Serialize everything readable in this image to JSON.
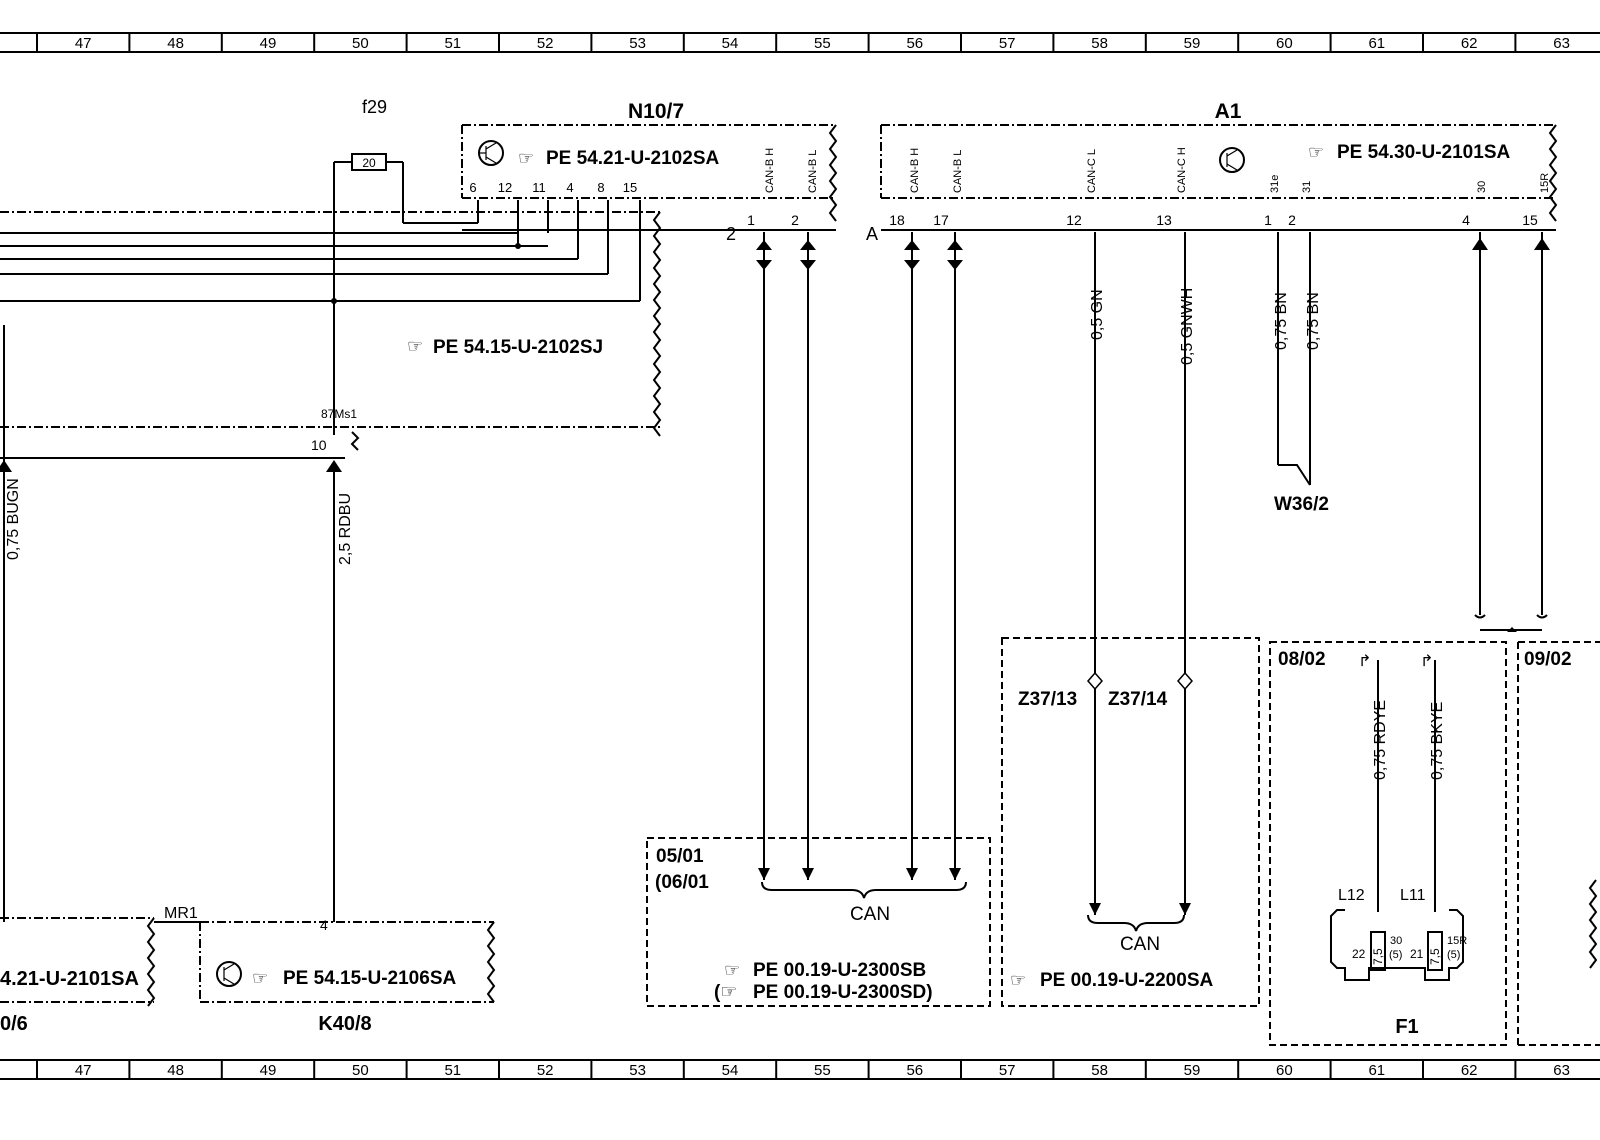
{
  "grid": {
    "columns": [
      "47",
      "48",
      "49",
      "50",
      "51",
      "52",
      "53",
      "54",
      "55",
      "56",
      "57",
      "58",
      "59",
      "60",
      "61",
      "62",
      "63"
    ]
  },
  "components": {
    "f29": {
      "label": "f29",
      "fuse_value": "20"
    },
    "n10_7": {
      "label": "N10/7",
      "reference": "PE 54.21-U-2102SA",
      "pins": [
        "6",
        "12",
        "11",
        "4",
        "8",
        "15"
      ],
      "can_pins": [
        {
          "pin": "1",
          "signal": "CAN-B H"
        },
        {
          "pin": "2",
          "signal": "CAN-B L"
        }
      ],
      "connector": "2"
    },
    "harness_ref": "PE 54.15-U-2102SJ",
    "a1": {
      "label": "A1",
      "reference": "PE 54.30-U-2101SA",
      "connector": "A",
      "pins": [
        {
          "pin": "18",
          "signal": "CAN-B H"
        },
        {
          "pin": "17",
          "signal": "CAN-B L"
        },
        {
          "pin": "12",
          "signal": "CAN-C L"
        },
        {
          "pin": "13",
          "signal": "CAN-C H"
        },
        {
          "pin": "1",
          "signal": "31e"
        },
        {
          "pin": "2",
          "signal": "31"
        },
        {
          "pin": "4",
          "signal": "30"
        },
        {
          "pin": "15",
          "signal": "15R"
        }
      ]
    },
    "ground_w36_2": {
      "label": "W36/2"
    },
    "pin_87m1": {
      "label": "87Ms1",
      "pin": "10"
    },
    "bottom_left_ref": {
      "text": "4.21-U-2101SA",
      "label": "0/6"
    },
    "k40_8": {
      "label": "K40/8",
      "reference": "PE 54.15-U-2106SA",
      "pin": "4",
      "mr_label": "MR1"
    },
    "z37_13": {
      "label": "Z37/13"
    },
    "z37_14": {
      "label": "Z37/14"
    },
    "can_box_1": {
      "ref_arrow": "05/01",
      "ref_paren": "(06/01",
      "bus_label": "CAN",
      "reference_1": "PE 00.19-U-2300SB",
      "reference_2": "PE 00.19-U-2300SD)"
    },
    "can_box_2": {
      "bus_label": "CAN",
      "reference": "PE 00.19-U-2200SA"
    },
    "f1": {
      "label": "F1",
      "ref_arrow": "08/02",
      "fuse_l12": {
        "label": "L12",
        "value": "7,5",
        "pin_left": "22",
        "pin_right": "30",
        "sub": "(5)"
      },
      "fuse_l11": {
        "label": "L11",
        "value": "7,5",
        "pin_left": "21",
        "pin_right": "15R",
        "sub": "(5)"
      },
      "pin_mid": "21"
    },
    "box_09_02": {
      "ref_arrow": "09/02"
    }
  },
  "wires": {
    "left_bugn": "0,75 BUGN",
    "rdbu": "2,5 RDBU",
    "gn": "0,5 GN",
    "gnwh": "0,5 GNWH",
    "bn1": "0,75 BN",
    "bn2": "0,75 BN",
    "rdye": "0,75 RDYE",
    "bkye": "0,75 BKYE"
  }
}
